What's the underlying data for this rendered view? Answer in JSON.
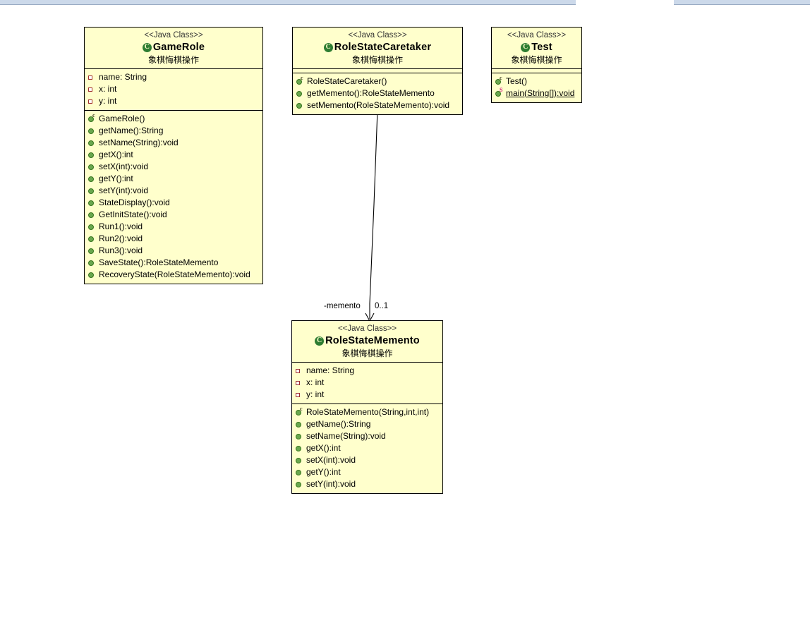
{
  "window": {
    "chrome_bar_color": "#ccd9ea",
    "background": "#ffffff"
  },
  "diagram": {
    "type": "uml-class-diagram",
    "stereotype": "<<Java Class>>",
    "subtitle": "象棋悔棋操作",
    "box_fill": "#ffffcc",
    "border_color": "#000000",
    "classes": [
      {
        "id": "game-role",
        "name": "GameRole",
        "stereotype": "<<Java Class>>",
        "subtitle": "象棋悔棋操作",
        "attributes": [
          {
            "label": "name: String",
            "marker": "private-field"
          },
          {
            "label": "x: int",
            "marker": "private-field"
          },
          {
            "label": "y: int",
            "marker": "private-field"
          }
        ],
        "methods": [
          {
            "label": "GameRole()",
            "marker": "constructor",
            "static": false
          },
          {
            "label": "getName():String",
            "marker": "public-method",
            "static": false
          },
          {
            "label": "setName(String):void",
            "marker": "public-method",
            "static": false
          },
          {
            "label": "getX():int",
            "marker": "public-method",
            "static": false
          },
          {
            "label": "setX(int):void",
            "marker": "public-method",
            "static": false
          },
          {
            "label": "getY():int",
            "marker": "public-method",
            "static": false
          },
          {
            "label": "setY(int):void",
            "marker": "public-method",
            "static": false
          },
          {
            "label": "StateDisplay():void",
            "marker": "public-method",
            "static": false
          },
          {
            "label": "GetInitState():void",
            "marker": "public-method",
            "static": false
          },
          {
            "label": "Run1():void",
            "marker": "public-method",
            "static": false
          },
          {
            "label": "Run2():void",
            "marker": "public-method",
            "static": false
          },
          {
            "label": "Run3():void",
            "marker": "public-method",
            "static": false
          },
          {
            "label": "SaveState():RoleStateMemento",
            "marker": "public-method",
            "static": false
          },
          {
            "label": "RecoveryState(RoleStateMemento):void",
            "marker": "public-method",
            "static": false
          }
        ]
      },
      {
        "id": "role-state-caretaker",
        "name": "RoleStateCaretaker",
        "stereotype": "<<Java Class>>",
        "subtitle": "象棋悔棋操作",
        "attributes": [],
        "methods": [
          {
            "label": "RoleStateCaretaker()",
            "marker": "constructor",
            "static": false
          },
          {
            "label": "getMemento():RoleStateMemento",
            "marker": "public-method",
            "static": false
          },
          {
            "label": "setMemento(RoleStateMemento):void",
            "marker": "public-method",
            "static": false
          }
        ]
      },
      {
        "id": "test",
        "name": "Test",
        "stereotype": "<<Java Class>>",
        "subtitle": "象棋悔棋操作",
        "attributes": [],
        "methods": [
          {
            "label": "Test()",
            "marker": "constructor",
            "static": false
          },
          {
            "label": "main(String[]):void",
            "marker": "static-method",
            "static": true
          }
        ]
      },
      {
        "id": "role-state-memento",
        "name": "RoleStateMemento",
        "stereotype": "<<Java Class>>",
        "subtitle": "象棋悔棋操作",
        "attributes": [
          {
            "label": "name: String",
            "marker": "private-field"
          },
          {
            "label": "x: int",
            "marker": "private-field"
          },
          {
            "label": "y: int",
            "marker": "private-field"
          }
        ],
        "methods": [
          {
            "label": "RoleStateMemento(String,int,int)",
            "marker": "constructor",
            "static": false
          },
          {
            "label": "getName():String",
            "marker": "public-method",
            "static": false
          },
          {
            "label": "setName(String):void",
            "marker": "public-method",
            "static": false
          },
          {
            "label": "getX():int",
            "marker": "public-method",
            "static": false
          },
          {
            "label": "setX(int):void",
            "marker": "public-method",
            "static": false
          },
          {
            "label": "getY():int",
            "marker": "public-method",
            "static": false
          },
          {
            "label": "setY(int):void",
            "marker": "public-method",
            "static": false
          }
        ]
      }
    ],
    "associations": [
      {
        "id": "caretaker-memento",
        "from": "role-state-caretaker",
        "to": "role-state-memento",
        "role_label": "-memento",
        "multiplicity_label": "0..1",
        "arrow": "open"
      }
    ]
  }
}
